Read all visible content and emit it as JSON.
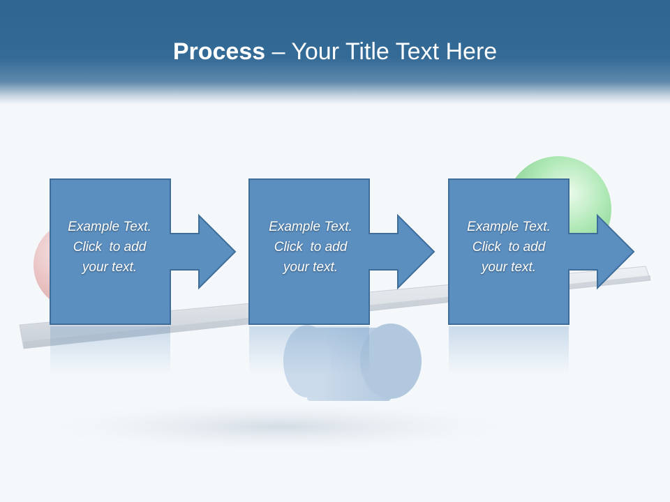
{
  "header": {
    "title_bold": "Process",
    "title_rest": " – Your Title Text Here"
  },
  "steps": [
    {
      "line1": "Example Text.",
      "line2": "Click  to add",
      "line3": "your text."
    },
    {
      "line1": "Example Text.",
      "line2": "Click  to add",
      "line3": "your text."
    },
    {
      "line1": "Example Text.",
      "line2": "Click  to add",
      "line3": "your text."
    }
  ],
  "colors": {
    "header": "#2f6591",
    "box_fill": "#5b8fc0",
    "box_stroke": "#3e6d99",
    "sphere_green": "#7fd68a",
    "sphere_red": "#e0a8a8",
    "cylinder": "#b9cfe5"
  }
}
